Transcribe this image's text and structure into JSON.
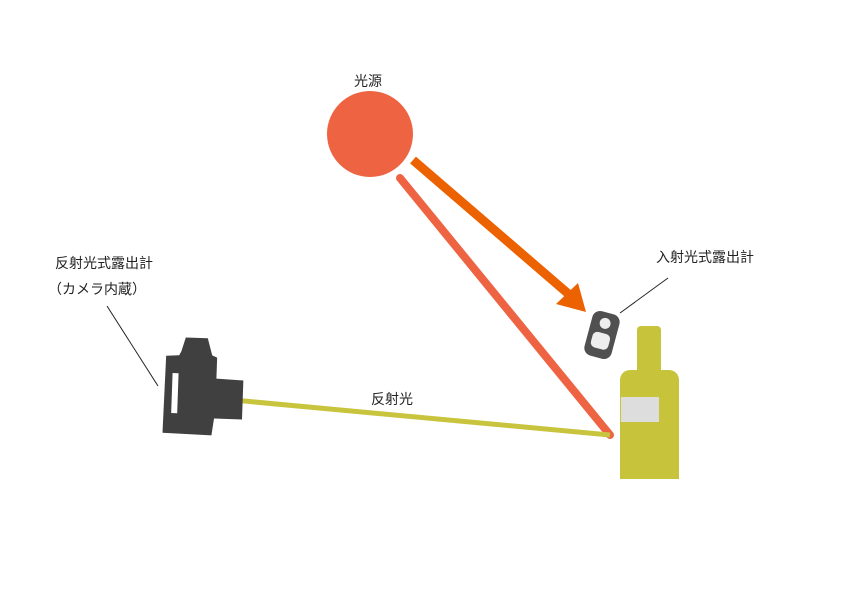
{
  "labels": {
    "light_source": "光源",
    "incident_meter": "入射光式露出計",
    "reflected_meter_line1": "反射光式露出計",
    "reflected_meter_line2": "（カメラ内蔵）",
    "reflected_light": "反射光"
  },
  "colors": {
    "light_source": "#ee6443",
    "incident_arrow": "#ec6100",
    "reflected_arrow": "#c9c43d",
    "bottle": "#c7c43c",
    "camera": "#404040"
  }
}
